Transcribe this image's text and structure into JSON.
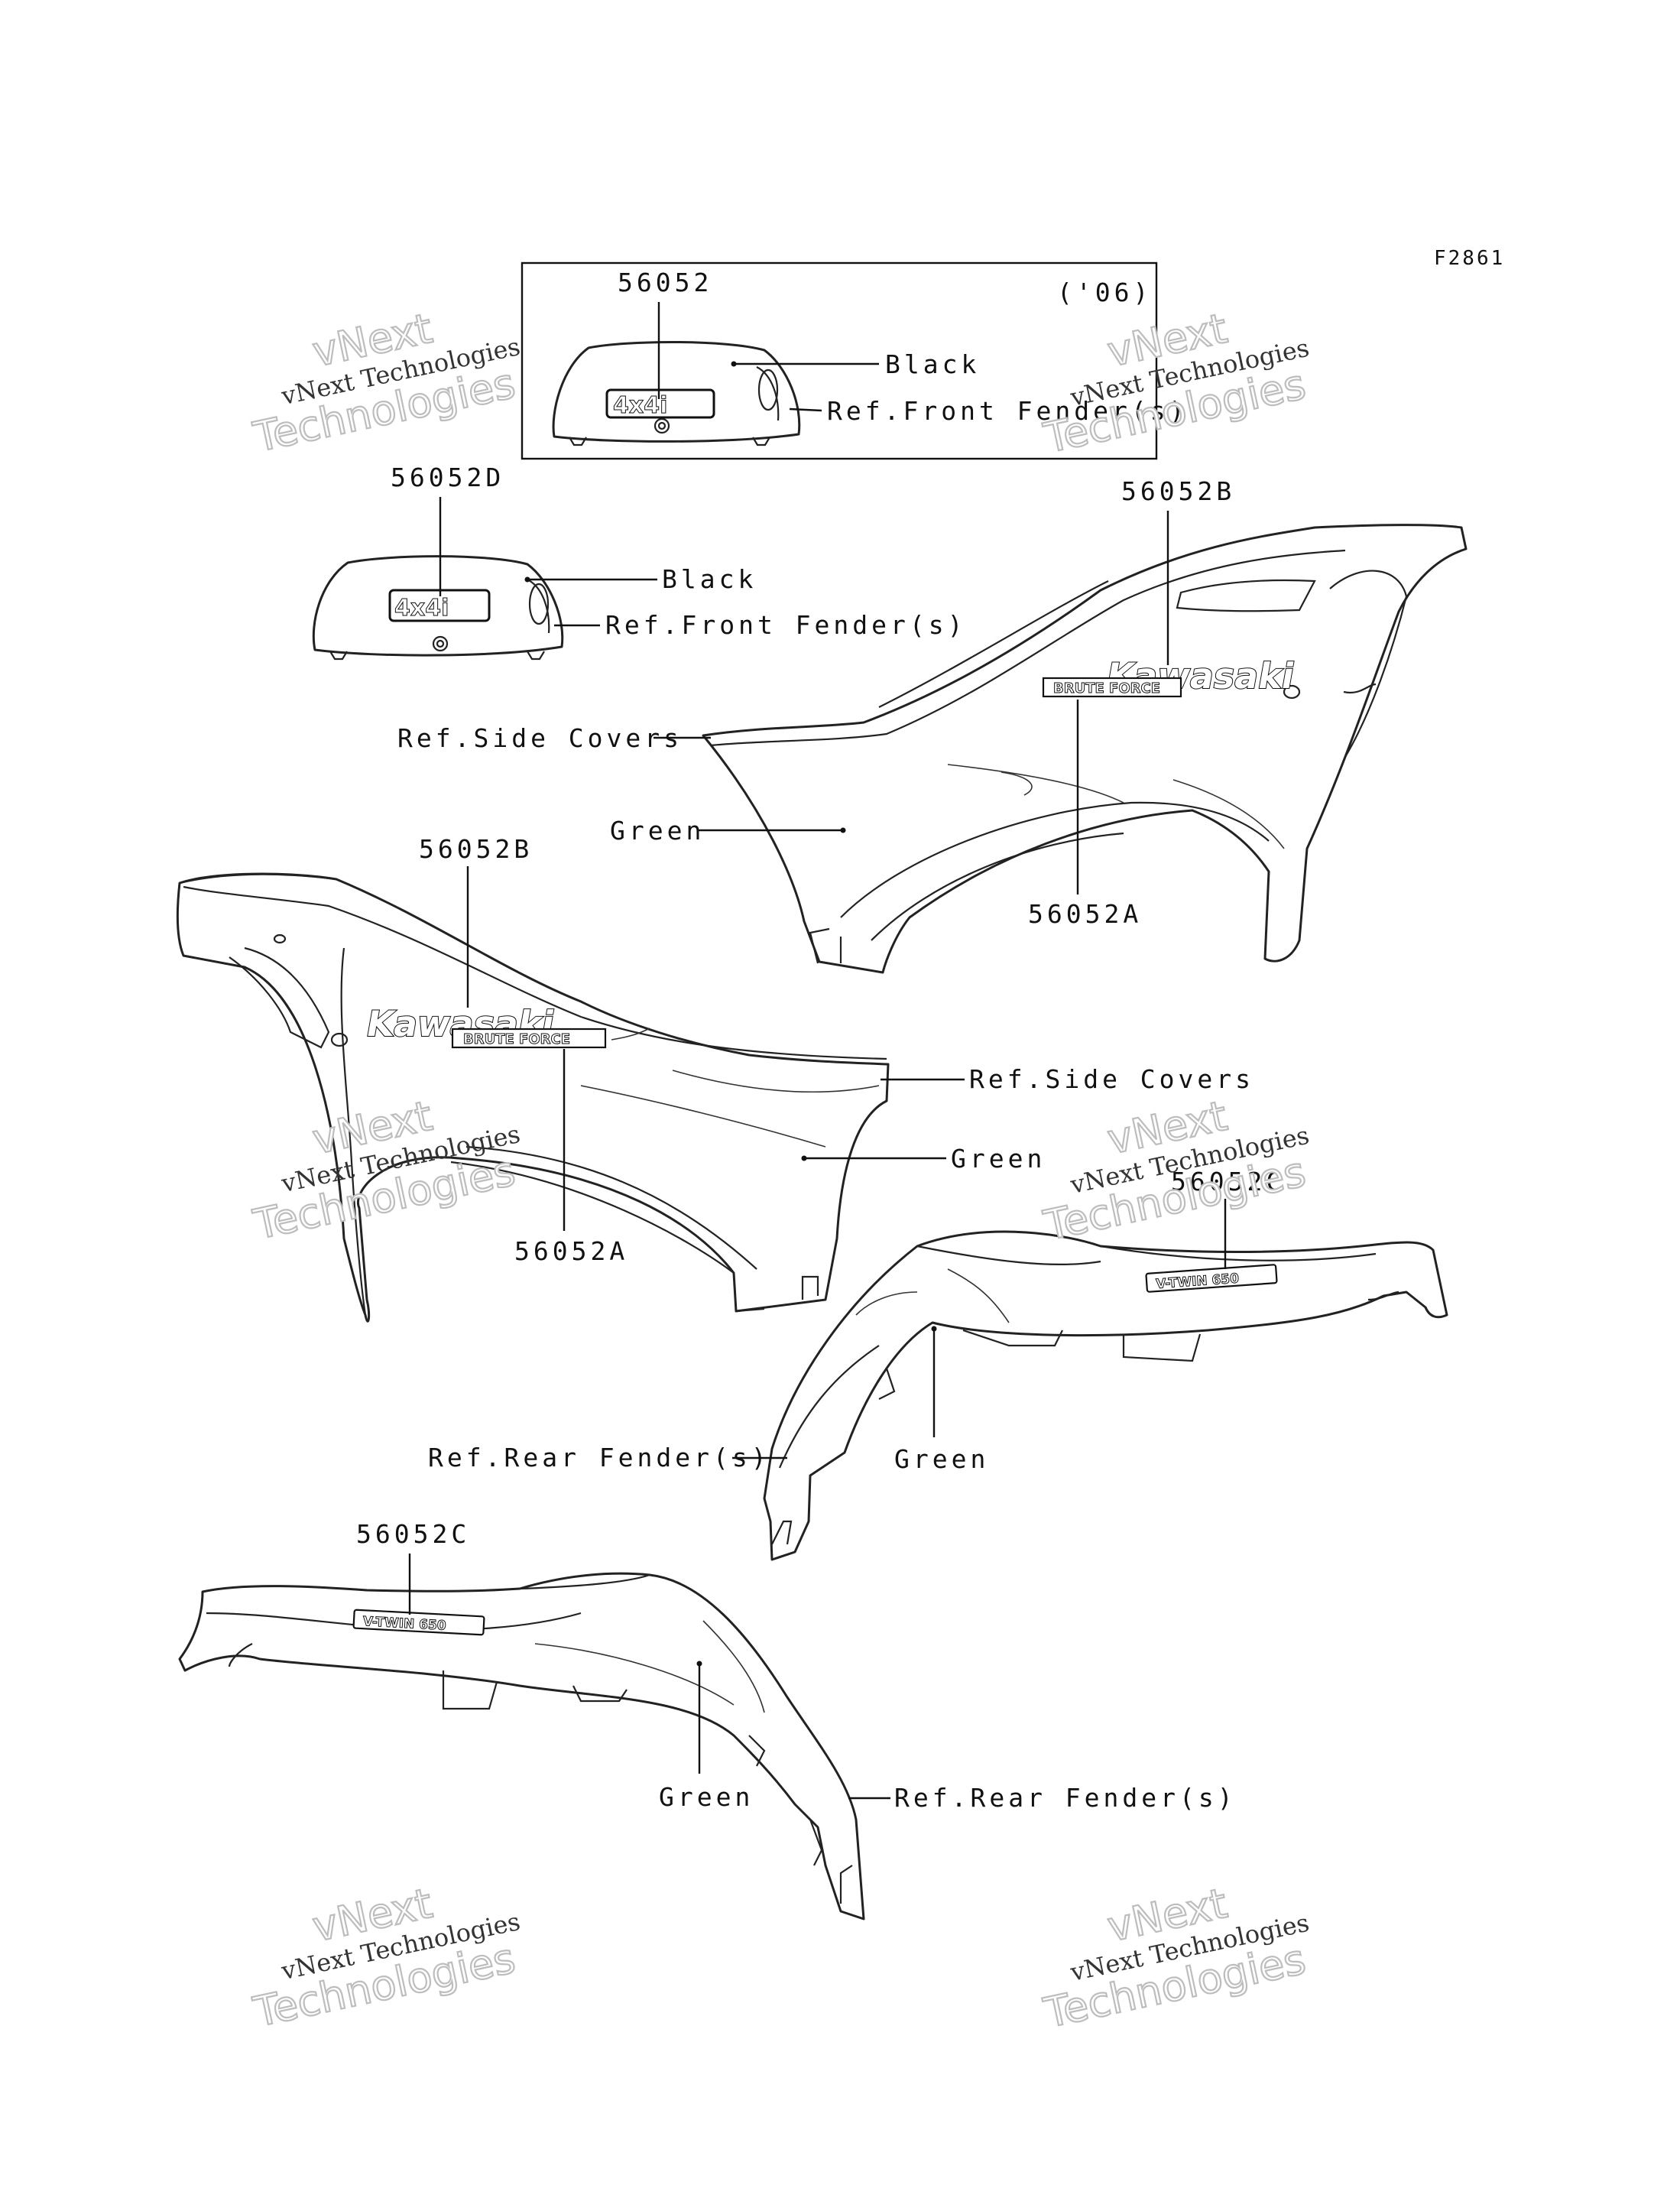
{
  "figure_code": "F2861",
  "year_note": "('06)",
  "part_numbers": {
    "p56052": "56052",
    "p56052D": "56052D",
    "p56052B_right": "56052B",
    "p56052A_right": "56052A",
    "p56052B_left": "56052B",
    "p56052A_left": "56052A",
    "p56052C_right": "56052C",
    "p56052C_left": "56052C"
  },
  "callouts": {
    "black_top": "Black",
    "front_fender_top": "Ref.Front Fender(s)",
    "black_mid": "Black",
    "front_fender_mid": "Ref.Front Fender(s)",
    "side_covers_right": "Ref.Side Covers",
    "green_right_cover": "Green",
    "side_covers_left": "Ref.Side Covers",
    "green_left_cover": "Green",
    "rear_fender_right": "Ref.Rear Fender(s)",
    "green_right_rear": "Green",
    "green_left_rear": "Green",
    "rear_fender_left": "Ref.Rear Fender(s)"
  },
  "decals": {
    "brand": "Kawasaki",
    "model": "BRUTE FORCE",
    "drive": "4x4i",
    "engine": "V-TWIN 650"
  },
  "watermark": {
    "line1": "vNext",
    "line2": "vNext Technologies",
    "line3": "Technologies"
  },
  "colors": {
    "line": "#222222",
    "watermark_outline": "#bdbdbd",
    "background": "#ffffff"
  }
}
